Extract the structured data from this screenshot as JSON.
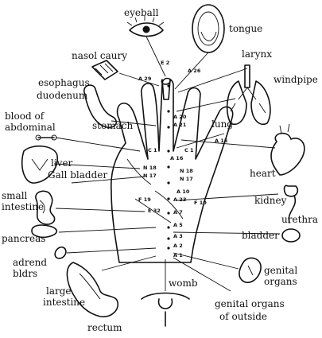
{
  "labels": {
    "eyeball": "eyeball",
    "tongue": "tongue",
    "nasol_caury": "nasol caury",
    "larynx": "larynx",
    "esophagus": "esophagus",
    "windpipe": "windpipe",
    "duodenum": "duodenum",
    "blood_of": "blood of",
    "abdominal": "abdominal",
    "stomach": "stomach",
    "lung": "lung",
    "liver": "liver",
    "gall_bladder": "Gall bladder",
    "heart": "heart",
    "small": "small",
    "intestine": "intestine",
    "kidney": "kidney",
    "urethra": "urethra",
    "pancreas": "pancreas",
    "bladder": "bladder",
    "adrend": "adrend",
    "bldrs": "bldrs",
    "genital_organs_1": "genital",
    "genital_organs_2": "organs",
    "large": "large",
    "large_intestine": "intestine",
    "womb": "womb",
    "genital_outside_1": "genital organs",
    "genital_outside_2": "of outside",
    "rectum": "rectum"
  },
  "points": {
    "e2": "E 2",
    "a29": "A 29",
    "a26": "A 26",
    "a20": "A 20",
    "a21": "A 21",
    "c1_left": "C 1",
    "c1_right": "C 1",
    "a16": "A 16",
    "a15": "A 15",
    "n18_left": "N 18",
    "n18_right": "N 18",
    "n17_left": "N 17",
    "n17_right": "N 17",
    "a10": "A 10",
    "f10": "F 10",
    "f19": "F 19",
    "e32": "E 32",
    "a23": "A 23",
    "a7": "A 7",
    "a5": "A 5",
    "a3": "A 3",
    "a2": "A 2",
    "a1": "A 1"
  }
}
